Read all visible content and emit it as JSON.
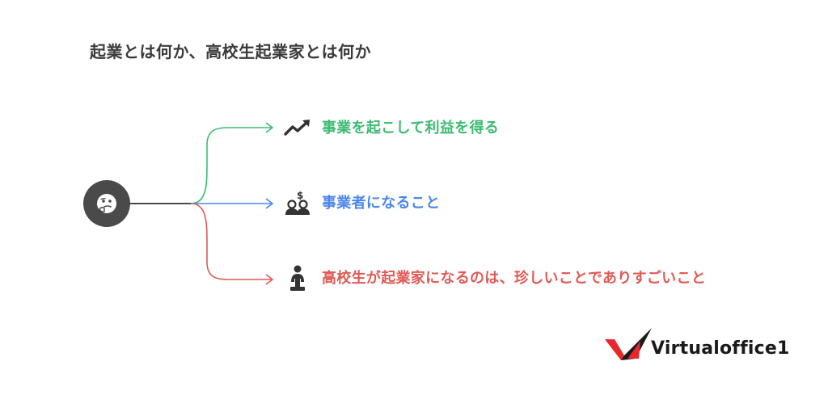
{
  "title": "起業とは何か、高校生起業家とは何か",
  "branches": [
    {
      "label": "事業を起こして利益を得る",
      "color": "#3dbb73",
      "icon": "trending-up-icon"
    },
    {
      "label": "事業者になること",
      "color": "#4a86e8",
      "icon": "business-people-icon"
    },
    {
      "label": "高校生が起業家になるのは、珍しいことでありすごいこと",
      "color": "#e05a55",
      "icon": "person-podium-icon"
    }
  ],
  "root": {
    "icon": "thinking-face-icon",
    "color": "#4a4a4a"
  },
  "logo": {
    "text": "Virtualoffice1",
    "mark_color": "#e8262b"
  }
}
